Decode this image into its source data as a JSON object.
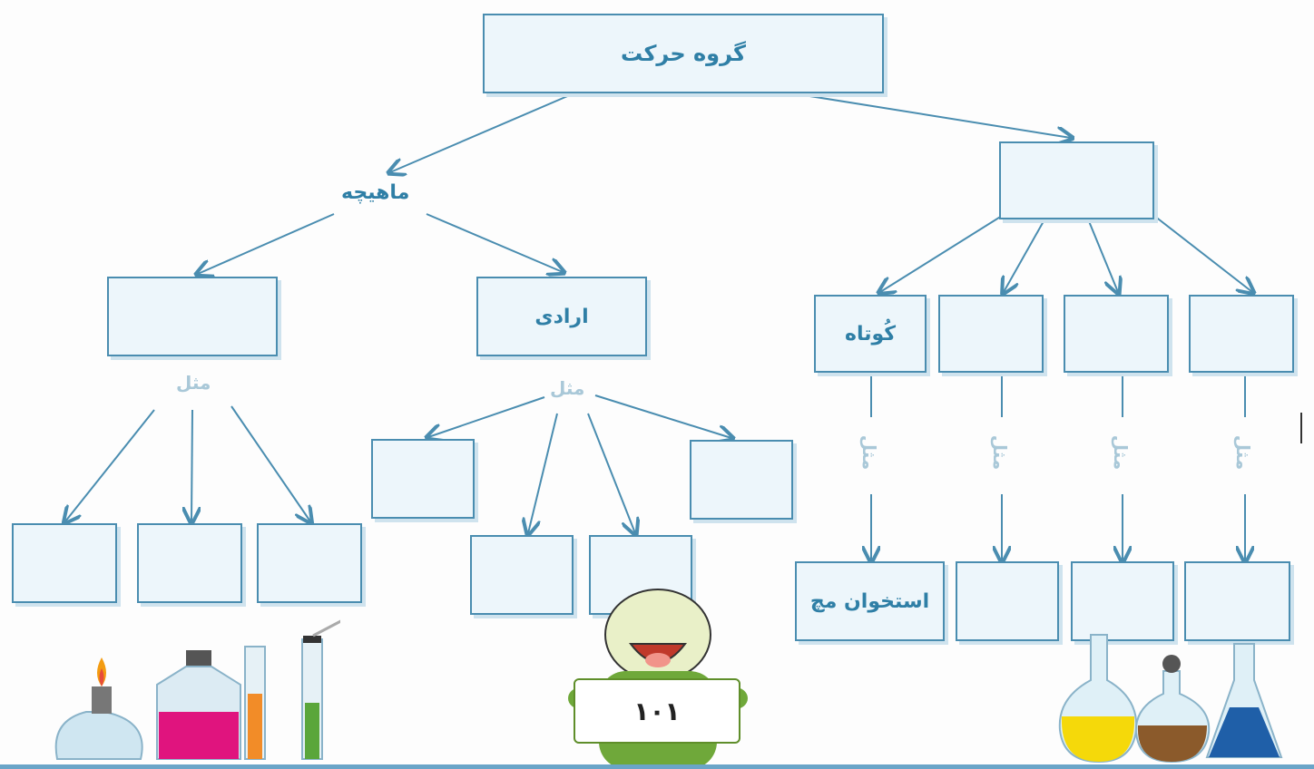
{
  "diagram": {
    "root": "گروه حرکت",
    "right_branch": {
      "title_box": "",
      "types": [
        "",
        "",
        "",
        "کُوتاه"
      ],
      "example_label": "مثل",
      "examples": [
        "",
        "",
        "",
        "استخوان مچ"
      ]
    },
    "left_branch": {
      "title": "ماهیچه",
      "types": [
        "",
        "ارادی"
      ],
      "example_label": "مثل",
      "examples_left": [
        "",
        "",
        ""
      ],
      "examples_right": [
        "",
        "",
        "",
        ""
      ]
    }
  },
  "page_number": "۱۰۱",
  "colors": {
    "accent": "#2f7fa6",
    "box_fill": "#edf6fb",
    "box_border": "#4a8db0",
    "faded": "#a9c8d8"
  }
}
